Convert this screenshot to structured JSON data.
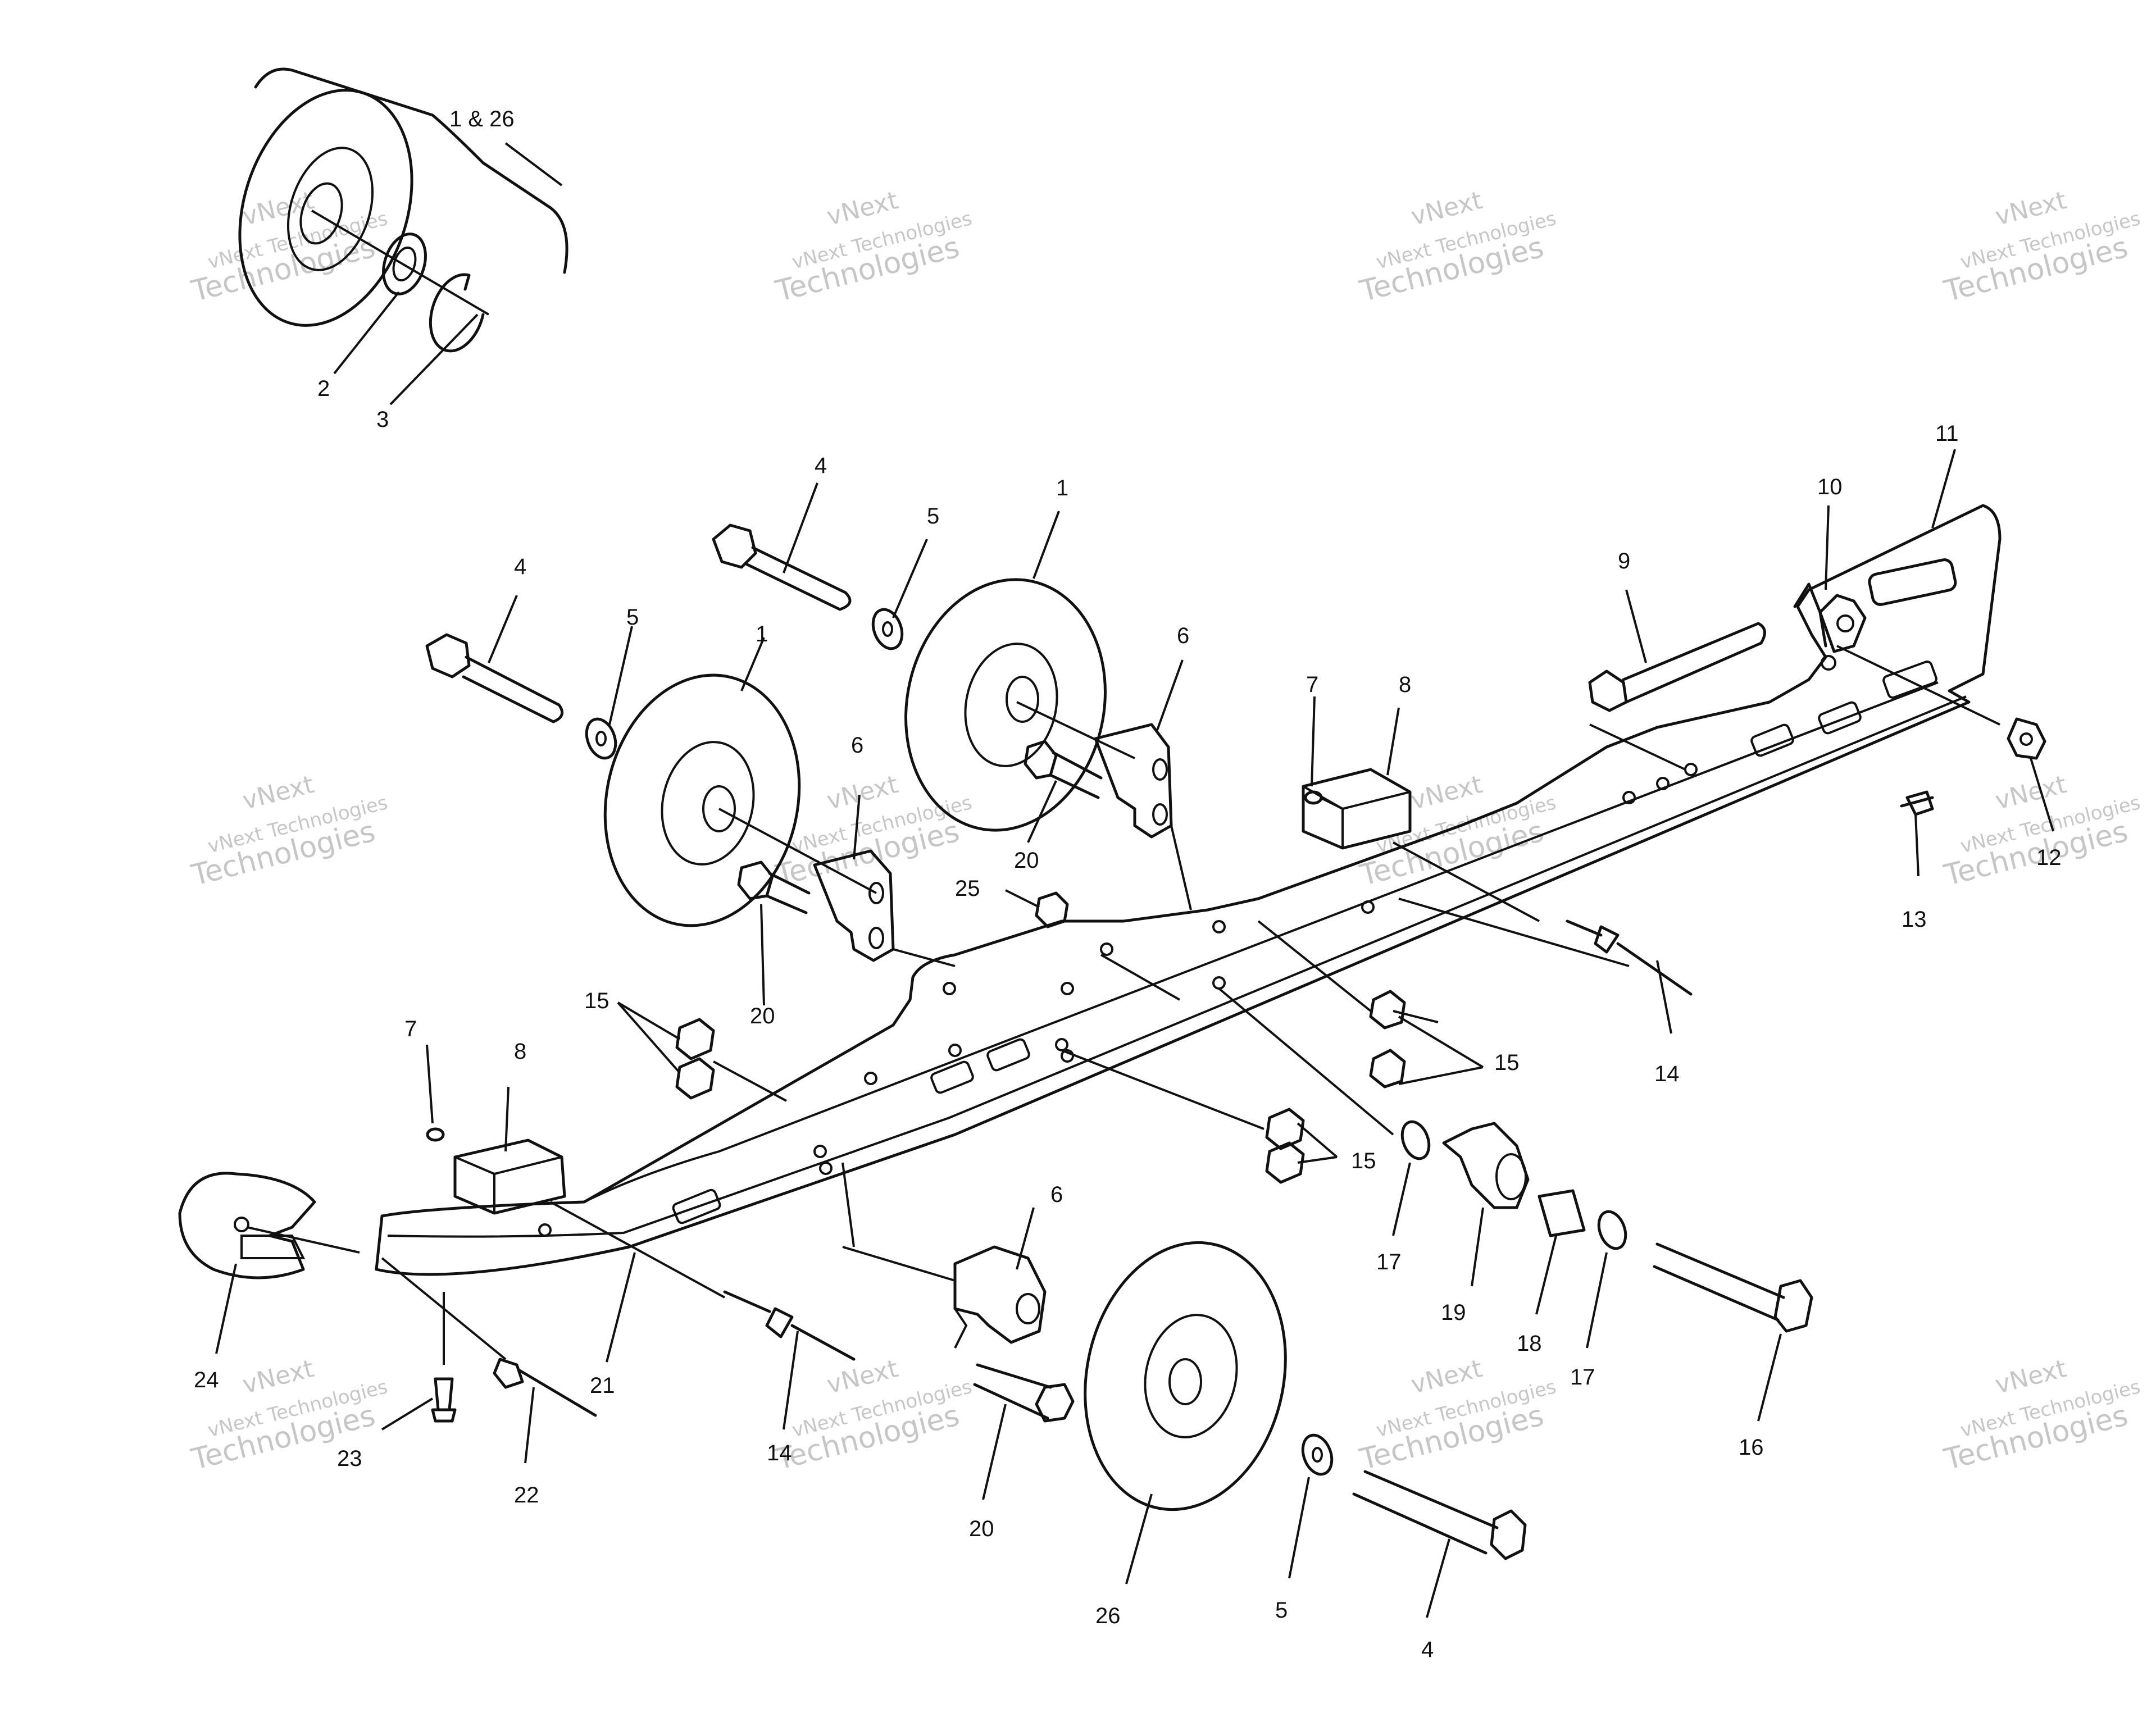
{
  "watermark": {
    "line1": "vNext",
    "line2": "vNext Technologies",
    "line3": "Technologies"
  },
  "callouts": {
    "c1_26": "1 & 26",
    "c2": "2",
    "c3": "3",
    "c4_top": "4",
    "c5_top": "5",
    "c1_top": "1",
    "c4_left": "4",
    "c5_left": "5",
    "c1_left": "1",
    "c6_top": "6",
    "c6_mid": "6",
    "c20_top": "20",
    "c20_mid": "20",
    "c25": "25",
    "c7_top": "7",
    "c8_top": "8",
    "c9": "9",
    "c10": "10",
    "c11": "11",
    "c12": "12",
    "c13": "13",
    "c14_right": "14",
    "c15_right": "15",
    "c15_left": "15",
    "c15_mid": "15",
    "c7_left": "7",
    "c8_left": "8",
    "c17_a": "17",
    "c19": "19",
    "c18": "18",
    "c17_b": "17",
    "c16": "16",
    "c6_bottom": "6",
    "c24": "24",
    "c21": "21",
    "c14_bottom": "14",
    "c23": "23",
    "c22": "22",
    "c20_bottom": "20",
    "c26": "26",
    "c5_bottom": "5",
    "c4_bottom": "4"
  }
}
